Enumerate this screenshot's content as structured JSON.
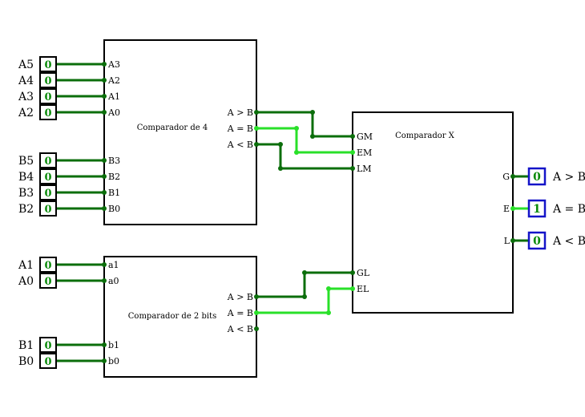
{
  "components": {
    "comp4": {
      "title": "Comparador de 4",
      "inputs": [
        "A3",
        "A2",
        "A1",
        "A0",
        "B3",
        "B2",
        "B1",
        "B0"
      ],
      "outputs": [
        "A > B",
        "A = B",
        "A < B"
      ]
    },
    "comp2": {
      "title": "Comparador de 2 bits",
      "inputs": [
        "a1",
        "a0",
        "b1",
        "b0"
      ],
      "outputs": [
        "A > B",
        "A = B",
        "A < B"
      ]
    },
    "compx": {
      "title": "Comparador X",
      "inputs": [
        "GM",
        "EM",
        "LM",
        "GL",
        "EL"
      ],
      "outputs": [
        "G",
        "E",
        "L"
      ]
    }
  },
  "input_pins": [
    {
      "label": "A5",
      "value": "0"
    },
    {
      "label": "A4",
      "value": "0"
    },
    {
      "label": "A3",
      "value": "0"
    },
    {
      "label": "A2",
      "value": "0"
    },
    {
      "label": "B5",
      "value": "0"
    },
    {
      "label": "B4",
      "value": "0"
    },
    {
      "label": "B3",
      "value": "0"
    },
    {
      "label": "B2",
      "value": "0"
    },
    {
      "label": "A1",
      "value": "0"
    },
    {
      "label": "A0",
      "value": "0"
    },
    {
      "label": "B1",
      "value": "0"
    },
    {
      "label": "B0",
      "value": "0"
    }
  ],
  "output_pins": [
    {
      "label": "A > B",
      "value": "0"
    },
    {
      "label": "A = B",
      "value": "1"
    },
    {
      "label": "A < B",
      "value": "0"
    }
  ],
  "colors": {
    "wire_low": "#0b6e0b",
    "wire_high": "#29e029",
    "output_border": "#1414c8"
  }
}
